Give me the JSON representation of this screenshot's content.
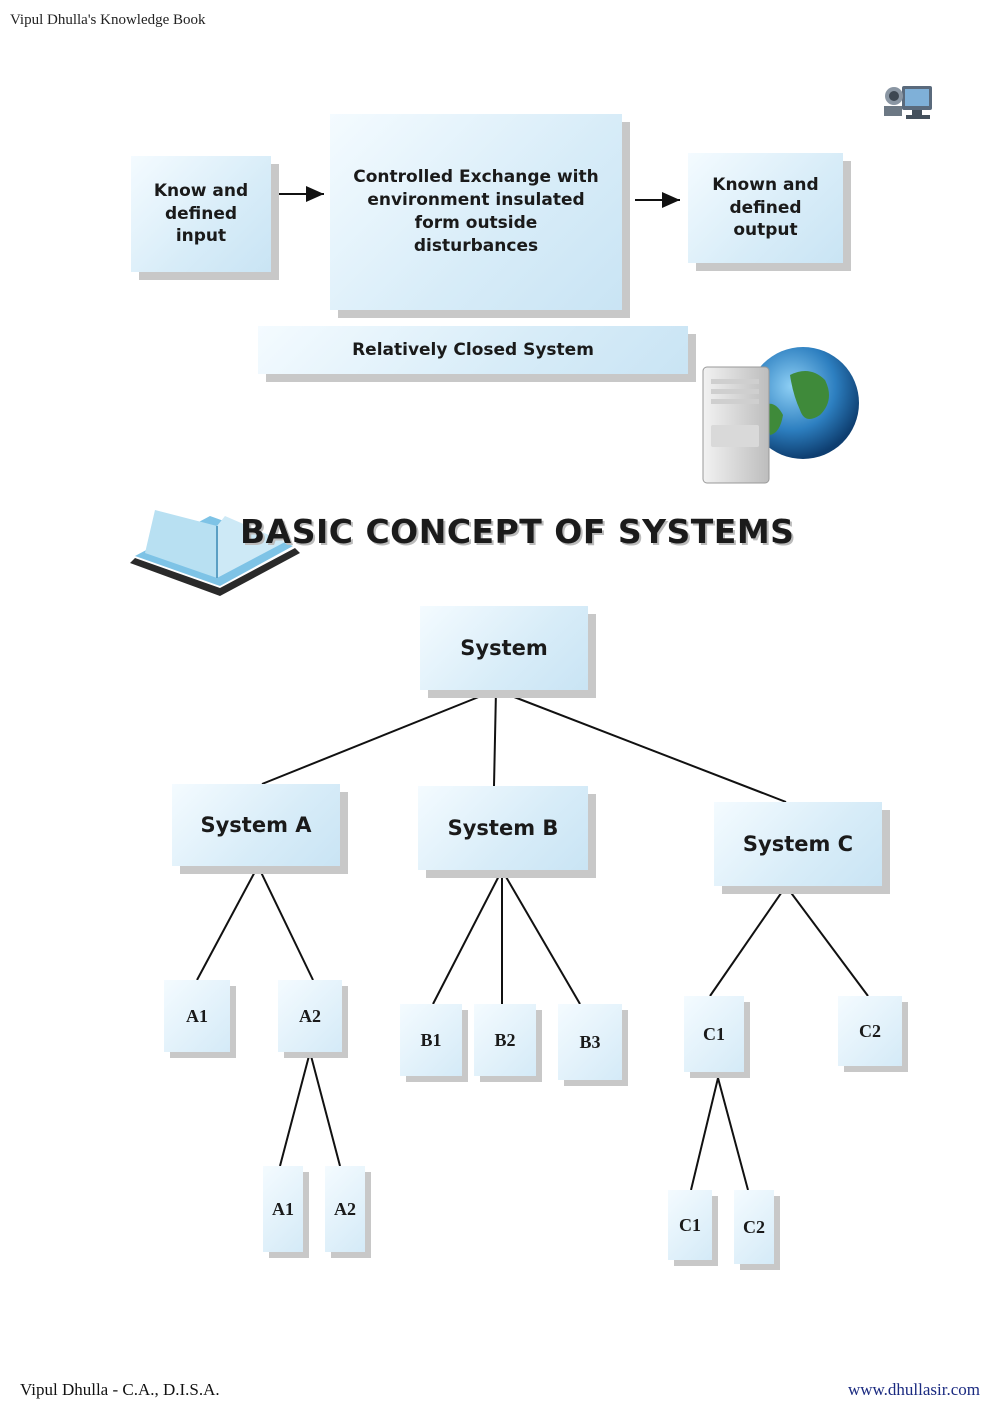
{
  "header": {
    "text": "Vipul Dhulla's Knowledge Book"
  },
  "footer": {
    "left": "Vipul Dhulla - C.A., D.I.S.A.",
    "right": "www.dhullasir.com"
  },
  "flow": {
    "input": "Know and defined input",
    "process": "Controlled Exchange with environment insulated form outside disturbances",
    "output": "Known and defined output",
    "caption": "Relatively Closed System"
  },
  "title": "BASIC CONCEPT OF SYSTEMS",
  "tree": {
    "root": "System",
    "system_a": "System A",
    "system_b": "System B",
    "system_c": "System C",
    "a1": "A1",
    "a2": "A2",
    "a2_a1": "A1",
    "a2_a2": "A2",
    "b1": "B1",
    "b2": "B2",
    "b3": "B3",
    "c1": "C1",
    "c2": "C2",
    "c1_c1": "C1",
    "c1_c2": "C2"
  },
  "icons": [
    "computer-network-icon",
    "server-globe-icon",
    "open-book-icon"
  ]
}
